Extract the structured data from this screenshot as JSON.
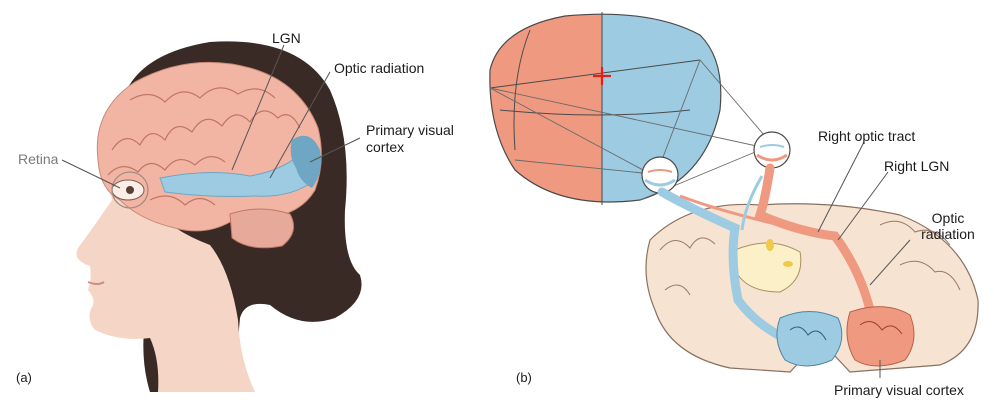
{
  "panel_a": {
    "tag": "(a)",
    "labels": {
      "lgn": "LGN",
      "optic_radiation": "Optic radiation",
      "primary_visual_cortex_line1": "Primary visual",
      "primary_visual_cortex_line2": "cortex",
      "retina": "Retina"
    }
  },
  "panel_b": {
    "tag": "(b)",
    "labels": {
      "right_optic_tract": "Right optic tract",
      "right_lgn": "Right LGN",
      "optic_radiation_line1": "Optic",
      "optic_radiation_line2": "radiation",
      "primary_visual_cortex": "Primary visual cortex"
    }
  },
  "colors": {
    "left_visual_field": "#ef9a80",
    "right_visual_field": "#9ccbe2",
    "fixation_cross": "#e0201a",
    "brain_tissue": "#f6e3d2",
    "hair": "#3a2a25",
    "skin": "#f5d6c6"
  },
  "icons": [
    "eye-icon",
    "fixation-cross-icon"
  ]
}
